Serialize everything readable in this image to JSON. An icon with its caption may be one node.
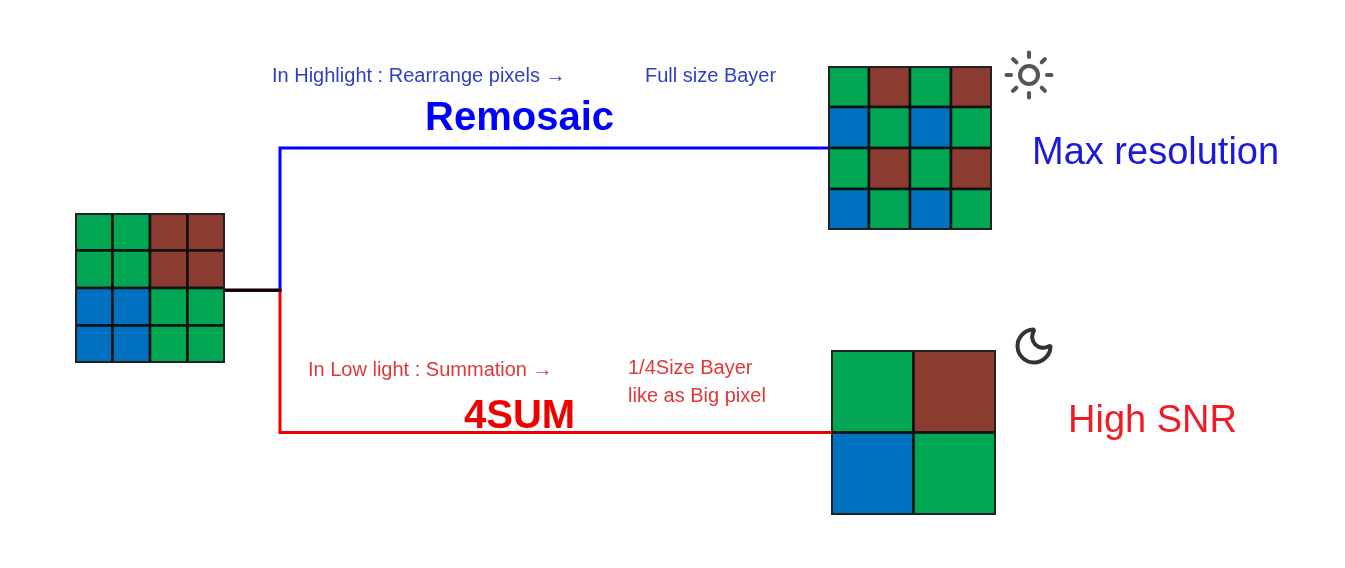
{
  "diagram": {
    "nodes": [
      {
        "text": [],
        "shape": "grid"
      },
      {
        "text": [],
        "shape": "grid",
        "beside": [
          "Max resolution"
        ]
      },
      {
        "text": [],
        "shape": "grid",
        "beside": [
          "High SNR"
        ]
      }
    ],
    "edges": [
      {
        "from": 0,
        "to": 1,
        "arrow": "none",
        "label": "Remosaic",
        "color": "#0000ff"
      },
      {
        "from": 0,
        "to": 2,
        "arrow": "none",
        "label": "4SUM",
        "color": "#ee0000"
      }
    ],
    "labels": [
      "In Highlight : Rearrange pixels →",
      "Full size Bayer",
      "In Low light : Summation →",
      "1/4Size Bayer like as Big pixel"
    ]
  }
}
